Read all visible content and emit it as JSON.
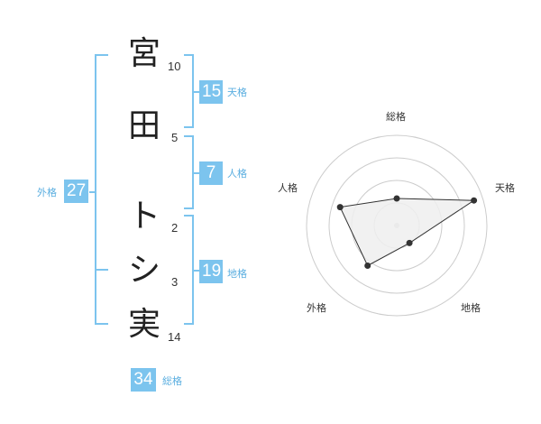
{
  "name": {
    "characters": [
      {
        "char": "宮",
        "strokes": "10"
      },
      {
        "char": "田",
        "strokes": "5"
      },
      {
        "char": "ト",
        "strokes": "2"
      },
      {
        "char": "シ",
        "strokes": "3"
      },
      {
        "char": "実",
        "strokes": "14"
      }
    ]
  },
  "kaku": {
    "tenkaku": {
      "value": "15",
      "label": "天格"
    },
    "jinkaku": {
      "value": "7",
      "label": "人格"
    },
    "chikaku": {
      "value": "19",
      "label": "地格"
    },
    "gaikaku": {
      "value": "27",
      "label": "外格"
    },
    "soukaku": {
      "value": "34",
      "label": "総格"
    }
  },
  "chart_data": {
    "type": "radar",
    "axes": [
      "総格",
      "天格",
      "地格",
      "外格",
      "人格"
    ],
    "values": [
      1.5,
      4.5,
      1.2,
      2.75,
      3.3
    ],
    "rmax": 5,
    "rings": 4,
    "fill_color": "#eeeeee",
    "line_color": "#333333",
    "ring_color": "#cccccc"
  },
  "colors": {
    "accent": "#7cc4ee",
    "accent_text": "#5aaee0"
  }
}
